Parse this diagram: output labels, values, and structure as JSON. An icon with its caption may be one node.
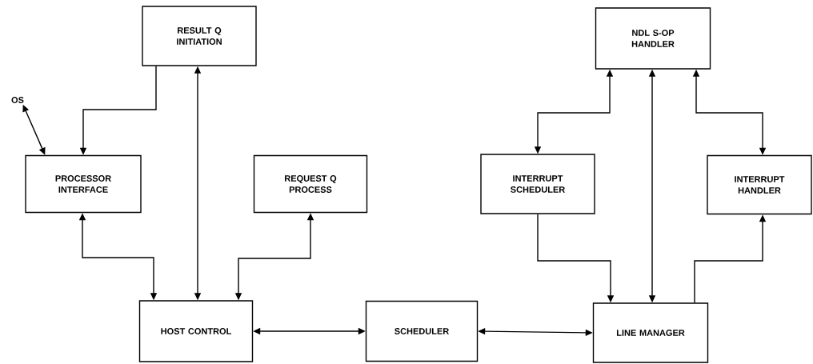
{
  "diagram": {
    "nodes": [
      {
        "text": [
          "RESULT Q INITIATION"
        ]
      },
      {
        "text": [
          "OS"
        ]
      },
      {
        "text": [
          "PROCESSOR INTERFACE"
        ]
      },
      {
        "text": [
          "REQUEST Q PROCESS"
        ]
      },
      {
        "text": [
          "HOST CONTROL"
        ]
      },
      {
        "text": [
          "SCHEDULER"
        ]
      },
      {
        "text": [
          "NDL S-OP HANDLER"
        ]
      },
      {
        "text": [
          "INTERRUPT SCHEDULER"
        ]
      },
      {
        "text": [
          "INTERRUPT HANDLER"
        ]
      },
      {
        "text": [
          "LINE MANAGER"
        ]
      }
    ],
    "edges": [
      {
        "from": 0,
        "to": 2,
        "arrow": "to"
      },
      {
        "from": 0,
        "to": 4,
        "arrow": "both"
      },
      {
        "from": 1,
        "to": 2,
        "arrow": "both"
      },
      {
        "from": 2,
        "to": 4,
        "arrow": "both"
      },
      {
        "from": 3,
        "to": 4,
        "arrow": "both"
      },
      {
        "from": 4,
        "to": 5,
        "arrow": "both"
      },
      {
        "from": 5,
        "to": 9,
        "arrow": "both"
      },
      {
        "from": 6,
        "to": 7,
        "arrow": "both"
      },
      {
        "from": 6,
        "to": 9,
        "arrow": "both"
      },
      {
        "from": 6,
        "to": 8,
        "arrow": "both"
      },
      {
        "from": 7,
        "to": 9,
        "arrow": "to"
      },
      {
        "from": 9,
        "to": 8,
        "arrow": "to"
      }
    ]
  }
}
